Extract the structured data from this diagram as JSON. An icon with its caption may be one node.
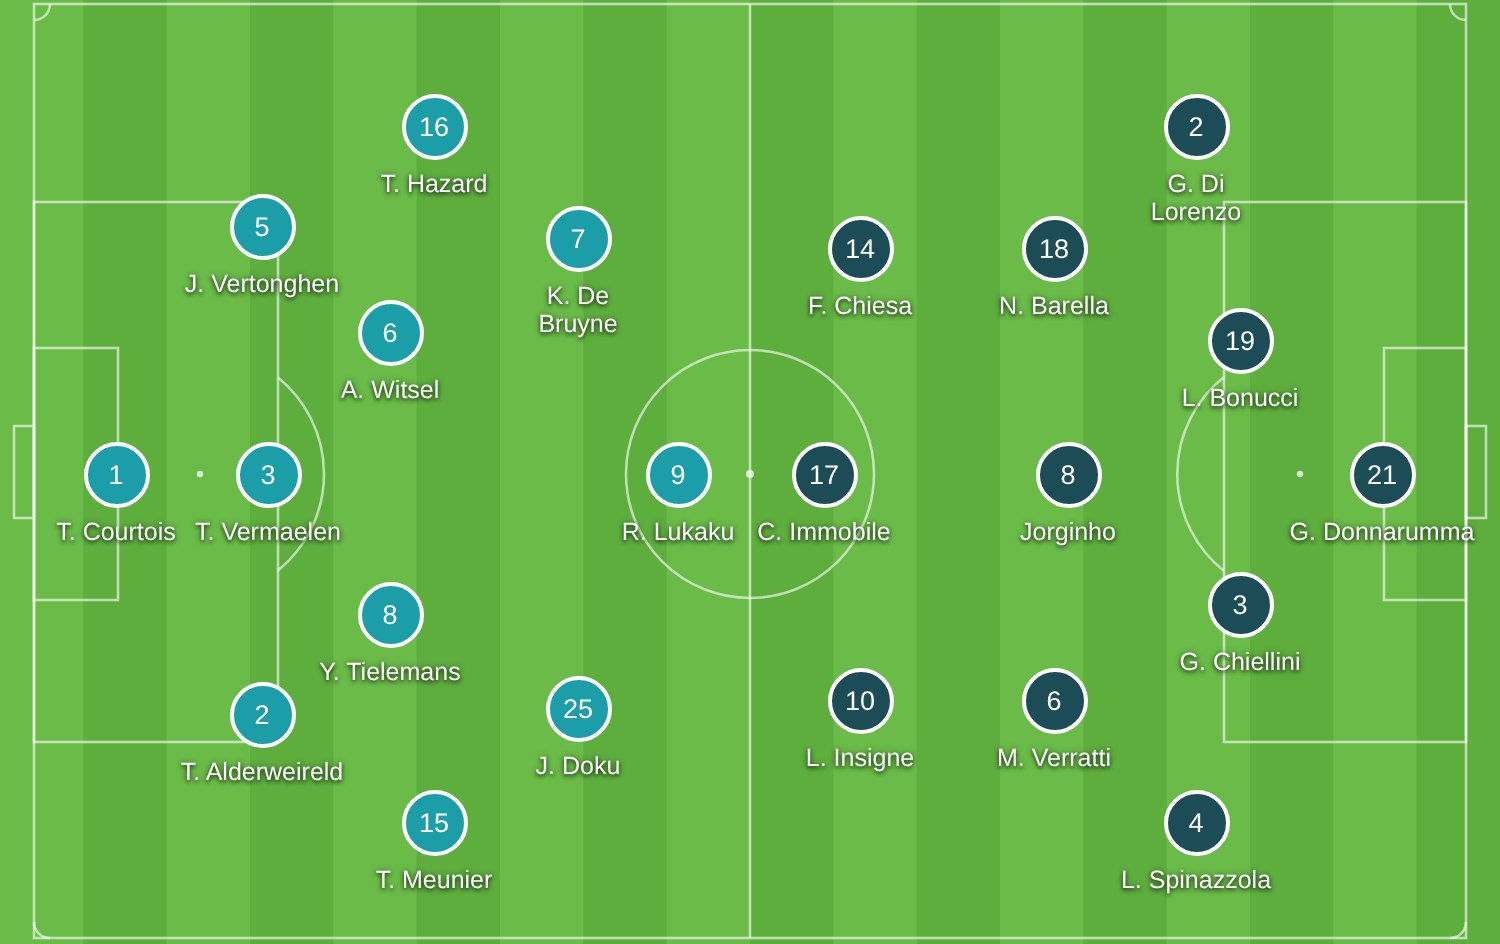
{
  "diagram": {
    "nodes": [
      {
        "text": [
          "1",
          "T. Courtois"
        ]
      },
      {
        "text": [
          "3",
          "T. Vermaelen"
        ]
      },
      {
        "text": [
          "5",
          "J. Vertonghen"
        ]
      },
      {
        "text": [
          "2",
          "T. Alderweireld"
        ]
      },
      {
        "text": [
          "16",
          "T. Hazard"
        ]
      },
      {
        "text": [
          "6",
          "A. Witsel"
        ]
      },
      {
        "text": [
          "8",
          "Y. Tielemans"
        ]
      },
      {
        "text": [
          "15",
          "T. Meunier"
        ]
      },
      {
        "text": [
          "7",
          "K. De Bruyne"
        ]
      },
      {
        "text": [
          "25",
          "J. Doku"
        ]
      },
      {
        "text": [
          "9",
          "R. Lukaku"
        ]
      },
      {
        "text": [
          "17",
          "C. Immobile"
        ]
      },
      {
        "text": [
          "14",
          "F. Chiesa"
        ]
      },
      {
        "text": [
          "10",
          "L. Insigne"
        ]
      },
      {
        "text": [
          "18",
          "N. Barella"
        ]
      },
      {
        "text": [
          "8",
          "Jorginho"
        ]
      },
      {
        "text": [
          "6",
          "M. Verratti"
        ]
      },
      {
        "text": [
          "2",
          "G. Di Lorenzo"
        ]
      },
      {
        "text": [
          "19",
          "L. Bonucci"
        ]
      },
      {
        "text": [
          "3",
          "G. Chiellini"
        ]
      },
      {
        "text": [
          "4",
          "L. Spinazzola"
        ]
      },
      {
        "text": [
          "21",
          "G. Donnarumma"
        ]
      }
    ]
  }
}
